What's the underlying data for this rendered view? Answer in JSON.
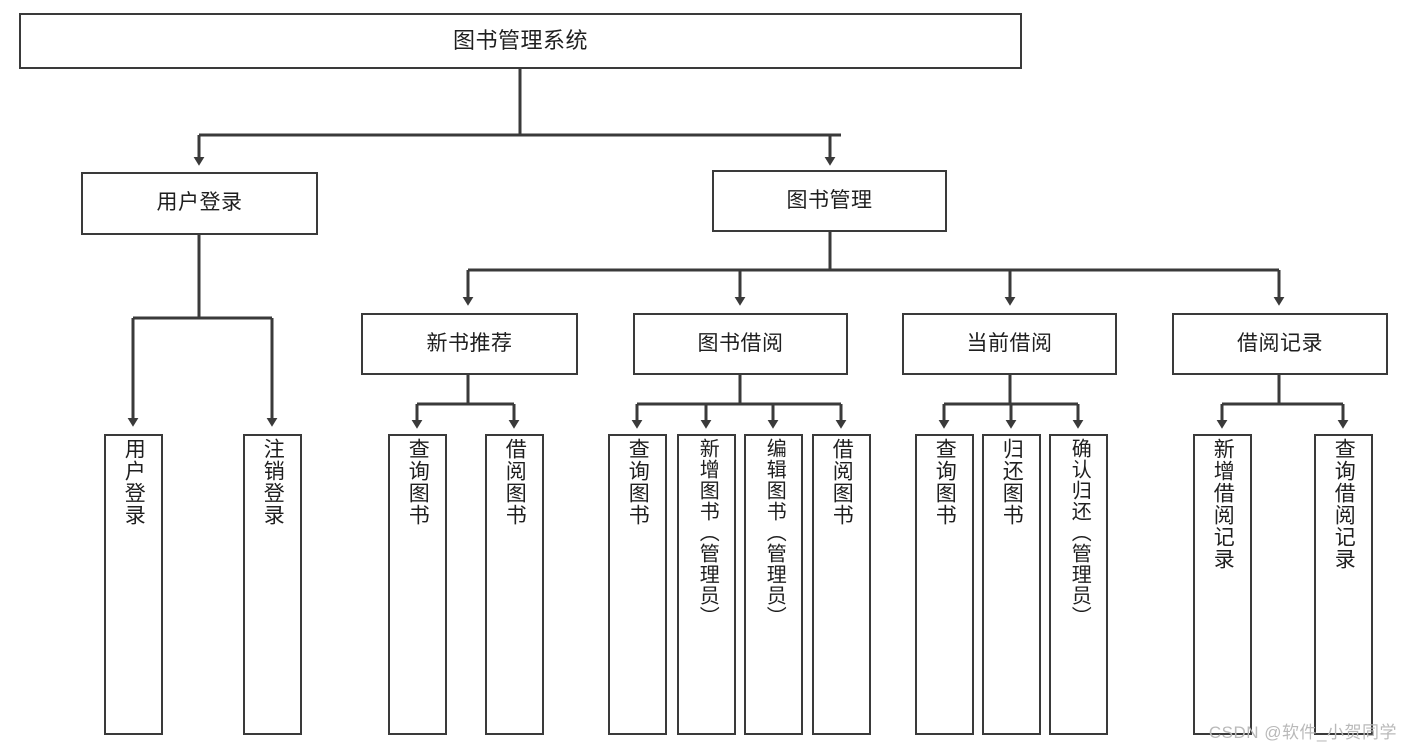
{
  "diagram": {
    "title": "图书管理系统",
    "type": "tree",
    "background_color": "#ffffff",
    "line_color": "#3a3a3a",
    "text_color": "#1f1f1f",
    "root": {
      "label": "图书管理系统"
    },
    "level1": [
      {
        "label": "用户登录"
      },
      {
        "label": "图书管理"
      }
    ],
    "level2": [
      {
        "label": "新书推荐"
      },
      {
        "label": "图书借阅"
      },
      {
        "label": "当前借阅"
      },
      {
        "label": "借阅记录"
      }
    ],
    "leaves": {
      "user_login": [
        {
          "label": "用户登录"
        },
        {
          "label": "注销登录"
        }
      ],
      "new_book_recommend": [
        {
          "label": "查询图书"
        },
        {
          "label": "借阅图书"
        }
      ],
      "book_borrow": [
        {
          "label": "查询图书"
        },
        {
          "label": "新增图书（管理员）"
        },
        {
          "label": "编辑图书（管理员）"
        },
        {
          "label": "借阅图书"
        }
      ],
      "current_borrow": [
        {
          "label": "查询图书"
        },
        {
          "label": "归还图书"
        },
        {
          "label": "确认归还（管理员）"
        }
      ],
      "borrow_record": [
        {
          "label": "新增借阅记录"
        },
        {
          "label": "查询借阅记录"
        }
      ]
    }
  },
  "watermark": {
    "text": "CSDN @软件_小贺同学"
  }
}
